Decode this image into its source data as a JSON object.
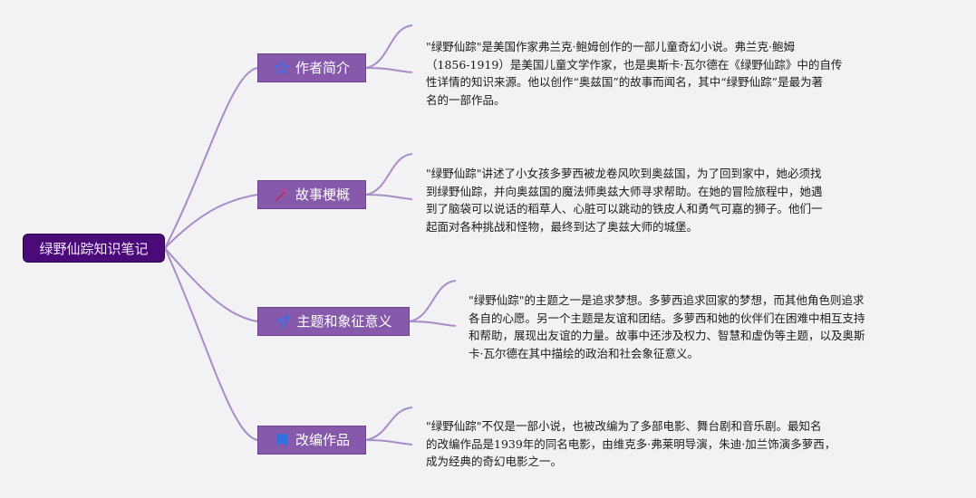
{
  "root": {
    "title": "绿野仙踪知识笔记"
  },
  "branches": [
    {
      "label": "作者简介",
      "icon": "star-icon",
      "lines": [
        "\"绿野仙踪\"是美国作家弗兰克·鲍姆创作的一部儿童奇幻小说。弗兰克·鲍姆",
        "（1856-1919）是美国儿童文学作家，也是奥斯卡·瓦尔德在《绿野仙踪》中的自传",
        "性详情的知识来源。他以创作“奥兹国”的故事而闻名，其中“绿野仙踪”是最为著",
        "名的一部作品。"
      ]
    },
    {
      "label": "故事梗概",
      "icon": "magic-wand-icon",
      "lines": [
        "\"绿野仙踪\"讲述了小女孩多萝西被龙卷风吹到奥兹国，为了回到家中，她必须找",
        "到绿野仙踪，并向奥兹国的魔法师奥兹大师寻求帮助。在她的冒险旅程中，她遇",
        "到了脑袋可以说话的稻草人、心脏可以跳动的铁皮人和勇气可嘉的狮子。他们一",
        "起面对各种挑战和怪物，最终到达了奥兹大师的城堡。"
      ]
    },
    {
      "label": "主题和象征意义",
      "icon": "paper-plane-icon",
      "lines": [
        "\"绿野仙踪\"的主题之一是追求梦想。多萝西追求回家的梦想，而其他角色则追求",
        "各自的心愿。另一个主题是友谊和团结。多萝西和她的伙伴们在困难中相互支持",
        "和帮助，展现出友谊的力量。故事中还涉及权力、智慧和虚伪等主题，以及奥斯",
        "卡·瓦尔德在其中描绘的政治和社会象征意义。"
      ]
    },
    {
      "label": "改编作品",
      "icon": "bookmark-icon",
      "lines": [
        "\"绿野仙踪\"不仅是一部小说，也被改编为了多部电影、舞台剧和音乐剧。最知名",
        "的改编作品是1939年的同名电影，由维克多·弗莱明导演，朱迪·加兰饰演多萝西，",
        "成为经典的奇幻电影之一。"
      ]
    }
  ],
  "colors": {
    "root_fill": "#4a0a78",
    "node_fill": "#8659aa",
    "connector": "#a98bc7",
    "background": "#f2f1f4"
  }
}
